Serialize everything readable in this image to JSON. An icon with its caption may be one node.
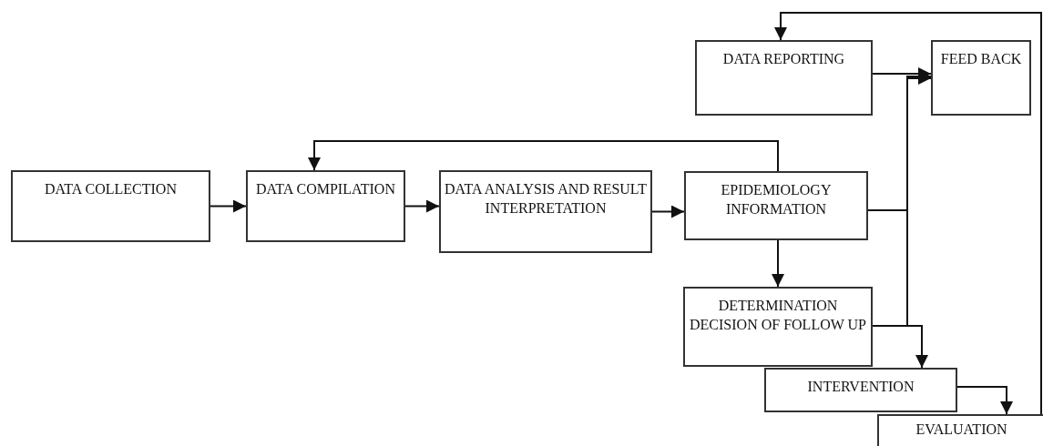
{
  "diagram": {
    "nodes": [
      {
        "text": [
          "DATA COLLECTION"
        ]
      },
      {
        "text": [
          "DATA COMPILATION"
        ]
      },
      {
        "text": [
          "DATA ANALYSIS AND RESULT INTERPRETATION"
        ]
      },
      {
        "text": [
          "EPIDEMIOLOGY INFORMATION"
        ]
      },
      {
        "text": [
          "DATA REPORTING"
        ]
      },
      {
        "text": [
          "FEED BACK"
        ]
      },
      {
        "text": [
          "DETERMINATION DECISION OF FOLLOW UP"
        ]
      },
      {
        "text": [
          "INTERVENTION"
        ]
      },
      {
        "text": [
          "EVALUATION"
        ]
      }
    ],
    "edges": [
      {
        "from": 0,
        "to": 1,
        "arrow": "to"
      },
      {
        "from": 1,
        "to": 2,
        "arrow": "to"
      },
      {
        "from": 2,
        "to": 3,
        "arrow": "to"
      },
      {
        "from": 3,
        "to": 1,
        "arrow": "to"
      },
      {
        "from": 3,
        "to": 6,
        "arrow": "to"
      },
      {
        "from": 4,
        "to": 5,
        "arrow": "to"
      },
      {
        "from": 3,
        "to": 5,
        "arrow": "to"
      },
      {
        "from": 6,
        "to": 5,
        "arrow": "to"
      },
      {
        "from": 6,
        "to": 7,
        "arrow": "to"
      },
      {
        "from": 7,
        "to": 8,
        "arrow": "to"
      },
      {
        "from": 8,
        "to": 4,
        "arrow": "to"
      }
    ]
  }
}
